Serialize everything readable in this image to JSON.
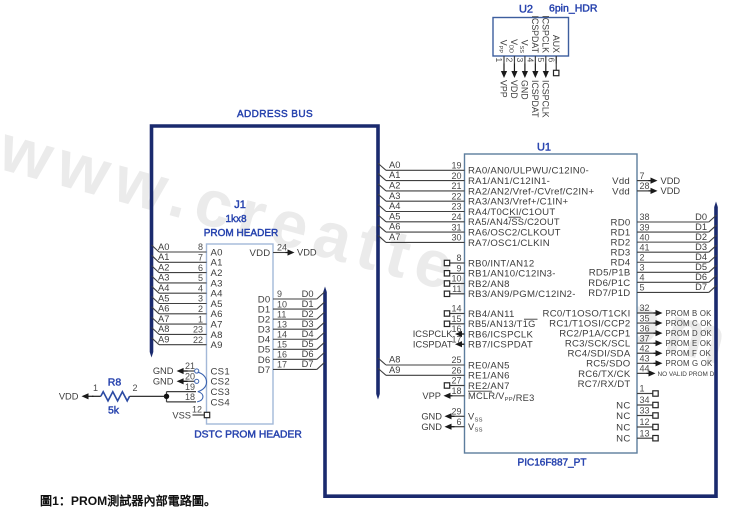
{
  "colors": {
    "bus": "#1a2a6e",
    "blue": "#2743ae",
    "wire": "#3f3f3f",
    "text": "#3c3c3c",
    "num": "#4a4a4a",
    "arrow": "#1a1a1a",
    "j1_border": "#a3b8d8",
    "u1_border": "#5c7d9d",
    "u2_border": "#3d5e9e",
    "res": "#2b4aa3",
    "bubble": "#3c64b0",
    "watermark": "#ebebeb",
    "caption": "#111111"
  },
  "watermark": {
    "text": "www.creatteng.com"
  },
  "caption": {
    "text": "圖1：PROM測試器內部電路圖。"
  },
  "address_bus": {
    "label": "ADDRESS BUS"
  },
  "u2": {
    "ref": "U2",
    "part": "6pin_HDR",
    "pins": [
      {
        "num": "1",
        "name": "V",
        "name_sub": "PP",
        "net": "VPP"
      },
      {
        "num": "2",
        "name": "V",
        "name_sub": "DD",
        "net": "VDD"
      },
      {
        "num": "3",
        "name": "V",
        "name_sub": "SS",
        "net": "GND"
      },
      {
        "num": "4",
        "name": "ICSPDAT",
        "net": "ICSPDAT"
      },
      {
        "num": "5",
        "name": "ICSPCLK",
        "net": "ICSPCLK"
      },
      {
        "num": "6",
        "name": "AUX"
      }
    ]
  },
  "j1": {
    "ref": "J1",
    "value": "1kx8",
    "header": "PROM HEADER",
    "footer": "DSTC PROM HEADER",
    "address_pins": [
      {
        "net": "A0",
        "num": "8",
        "name": "A0"
      },
      {
        "net": "A1",
        "num": "7",
        "name": "A1"
      },
      {
        "net": "A2",
        "num": "6",
        "name": "A2"
      },
      {
        "net": "A3",
        "num": "5",
        "name": "A3"
      },
      {
        "net": "A4",
        "num": "4",
        "name": "A4"
      },
      {
        "net": "A5",
        "num": "3",
        "name": "A5"
      },
      {
        "net": "A6",
        "num": "2",
        "name": "A6"
      },
      {
        "net": "A7",
        "num": "1",
        "name": "A7"
      },
      {
        "net": "A8",
        "num": "23",
        "name": "A8"
      },
      {
        "net": "A9",
        "num": "22",
        "name": "A9"
      }
    ],
    "power_pin": {
      "name": "VDD",
      "num": "24",
      "net": "VDD"
    },
    "data_pins": [
      {
        "num": "9",
        "name": "D0",
        "net": "D0"
      },
      {
        "num": "10",
        "name": "D1",
        "net": "D1"
      },
      {
        "num": "11",
        "name": "D2",
        "net": "D2"
      },
      {
        "num": "13",
        "name": "D3",
        "net": "D3"
      },
      {
        "num": "14",
        "name": "D4",
        "net": "D4"
      },
      {
        "num": "15",
        "name": "D5",
        "net": "D5"
      },
      {
        "num": "16",
        "name": "D6",
        "net": "D6"
      },
      {
        "num": "17",
        "name": "D7",
        "net": "D7"
      }
    ],
    "select_pins": [
      {
        "net": "GND",
        "num": "21",
        "name": "CS1"
      },
      {
        "net": "GND",
        "num": "20",
        "name": "CS2"
      },
      {
        "num": "19",
        "name": "CS3"
      },
      {
        "num": "18",
        "name": "CS4"
      }
    ],
    "ground_pin": {
      "net": "VSS",
      "num": "12"
    }
  },
  "r8": {
    "ref": "R8",
    "value": "5k",
    "pin_a": "1",
    "pin_b": "2",
    "net": "VDD"
  },
  "u1": {
    "ref": "U1",
    "part": "PIC16F887_PT",
    "porta_pins": [
      {
        "net": "A0",
        "num": "19",
        "name": "RA0/AN0/ULPWU/C12IN0-"
      },
      {
        "net": "A1",
        "num": "20",
        "name": "RA1/AN1/C12IN1-"
      },
      {
        "net": "A2",
        "num": "21",
        "name": "RA2/AN2/Vref-/CVref/C2IN+"
      },
      {
        "net": "A3",
        "num": "22",
        "name": "RA3/AN3/Vref+/C1IN+"
      },
      {
        "net": "A4",
        "num": "23",
        "name": "RA4/T0CKI/C1OUT"
      },
      {
        "net": "A5",
        "num": "24",
        "name": "RA5/AN4/SS/C2OUT",
        "name_p1": "RA5/AN4/",
        "name_ov": "SS",
        "name_p3": "/C2OUT"
      },
      {
        "net": "A6",
        "num": "31",
        "name": "RA6/OSC2/CLKOUT"
      },
      {
        "net": "A7",
        "num": "30",
        "name": "RA7/OSC1/CLKIN"
      }
    ],
    "power_pins": [
      {
        "name": "Vdd",
        "num": "7",
        "net": "VDD"
      },
      {
        "name": "Vdd",
        "num": "28",
        "net": "VDD"
      }
    ],
    "portb_pins": [
      {
        "num": "8",
        "name": "RB0/INT/AN12"
      },
      {
        "num": "9",
        "name": "RB1/AN10/C12IN3-"
      },
      {
        "num": "10",
        "name": "RB2/AN8"
      },
      {
        "num": "11",
        "name": "RB3/AN9/PGM/C12IN2-"
      },
      {
        "num": "14",
        "name": "RB4/AN11"
      },
      {
        "num": "15",
        "name": "RB5/AN13/T1G",
        "name_p1": "RB5/AN13/",
        "name_ov": "T1G",
        "name_p3": ""
      },
      {
        "num": "16",
        "name": "RB6/ICSPCLK",
        "net": "ICSPCLK"
      },
      {
        "num": "17",
        "name": "RB7/ICSPDAT",
        "net": "ICSPDAT"
      }
    ],
    "porte_pins": [
      {
        "net": "A8",
        "num": "25",
        "name": "RE0/AN5"
      },
      {
        "net": "A9",
        "num": "26",
        "name": "RE1/AN6"
      },
      {
        "num": "27",
        "name": "RE2/AN7"
      }
    ],
    "mclr_pin": {
      "net": "VPP",
      "num": "18",
      "name": "MCLR/Vpp/RE3",
      "name_ov": "MCLR",
      "name_p2": "/V",
      "name_sub": "PP",
      "name_p3": "/RE3"
    },
    "vss_pins": [
      {
        "net": "GND",
        "num": "29",
        "name": "V",
        "name_sub": "SS"
      },
      {
        "net": "GND",
        "num": "6",
        "name": "V",
        "name_sub": "SS"
      }
    ],
    "portd_pins": [
      {
        "name": "RD0",
        "num": "38",
        "net": "D0"
      },
      {
        "name": "RD1",
        "num": "39",
        "net": "D1"
      },
      {
        "name": "RD2",
        "num": "40",
        "net": "D2"
      },
      {
        "name": "RD3",
        "num": "41",
        "net": "D3"
      },
      {
        "name": "RD4",
        "num": "2",
        "net": "D4"
      },
      {
        "name": "RD5/P1B",
        "num": "3",
        "net": "D5"
      },
      {
        "name": "RD6/P1C",
        "num": "4",
        "net": "D6"
      },
      {
        "name": "RD7/P1D",
        "num": "5",
        "net": "D7"
      }
    ],
    "portc_pins": [
      {
        "name": "RC0/T1OSO/T1CKI",
        "num": "32",
        "net": "PROM B OK"
      },
      {
        "name": "RC1/T1OSI/CCP2",
        "num": "35",
        "net": "PROM C OK"
      },
      {
        "name": "RC2/P1A/CCP1",
        "num": "36",
        "net": "PROM D OK"
      },
      {
        "name": "RC3/SCK/SCL",
        "num": "37",
        "net": "PROM E OK"
      },
      {
        "name": "RC4/SDI/SDA",
        "num": "42",
        "net": "PROM F OK"
      },
      {
        "name": "RC5/SDO",
        "num": "43",
        "net": "PROM G OK"
      },
      {
        "name": "RC6/TX/CK",
        "num": "44",
        "net": "NO VALID PROM D"
      },
      {
        "name": "RC7/RX/DT",
        "num": "1"
      }
    ],
    "nc_pins": [
      {
        "name": "NC",
        "num": "34"
      },
      {
        "name": "NC",
        "num": "33"
      },
      {
        "name": "NC",
        "num": "12"
      },
      {
        "name": "NC",
        "num": "13"
      }
    ]
  }
}
